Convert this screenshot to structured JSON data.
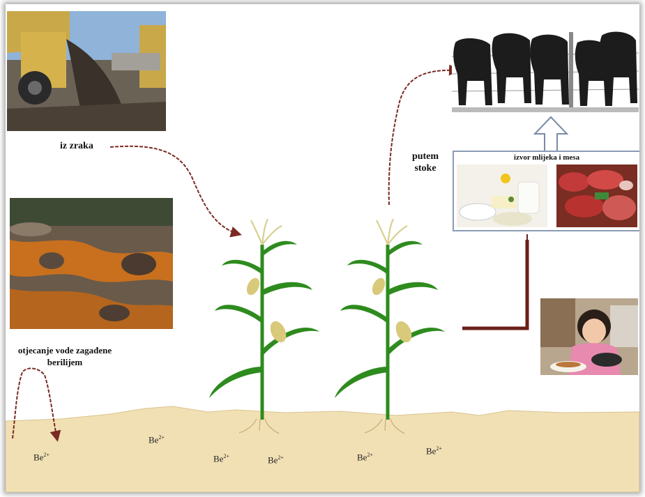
{
  "labels": {
    "air": "iz zraka",
    "runoff": "otjecanje vode zagađene berilijem",
    "livestock": "putem stoke",
    "milk_meat": "izvor mlijeka i mesa"
  },
  "ions": {
    "symbol": "Be",
    "charge": "2+"
  },
  "colors": {
    "arrow": "#7a2a22",
    "soil": "#f1e0b4",
    "stem": "#2e8b1e",
    "box_border": "#8a9bb5"
  },
  "images": [
    "mining-truck-photo",
    "polluted-stream-photo",
    "cattle-herd-illustration",
    "dairy-products-photo",
    "raw-meat-photo",
    "child-eating-photo"
  ]
}
